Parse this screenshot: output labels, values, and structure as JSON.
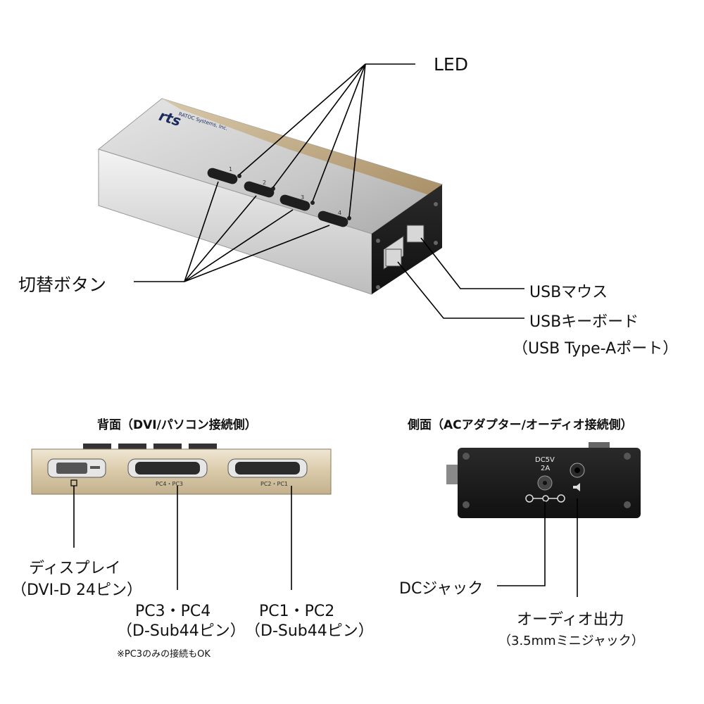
{
  "top": {
    "led_label": "LED",
    "switch_label": "切替ボタン",
    "usb_mouse_label": "USBマウス",
    "usb_keyboard_label": "USBキーボード",
    "usb_port_type_label": "（USB Type-Aポート）",
    "button_numbers": [
      "1",
      "2",
      "3",
      "4"
    ],
    "brand_logo_text": "rts",
    "brand_logo_sub": "RATOC Systems, Inc."
  },
  "rear": {
    "header": "背面（DVI/パソコン接続側）",
    "port_label_pc43": "PC4・PC3",
    "port_label_pc21": "PC2・PC1",
    "display_label": "ディスプレイ",
    "display_sub": "（DVI-D 24ピン）",
    "pc34_label": "PC3・PC4",
    "pc34_sub": "（D-Sub44ピン）",
    "pc12_label": "PC1・PC2",
    "pc12_sub": "（D-Sub44ピン）",
    "note": "※PC3のみの接続もOK"
  },
  "side": {
    "header": "側面（ACアダプター/オーディオ接続側）",
    "dc_marking": "DC5V",
    "dc_marking_2": "2A",
    "dc_jack_label": "DCジャック",
    "audio_label": "オーディオ出力",
    "audio_sub": "（3.5mmミニジャック）"
  },
  "colors": {
    "gold": "#c9b48f",
    "silver": "#d9d9d9",
    "black": "#1a1a1a"
  }
}
